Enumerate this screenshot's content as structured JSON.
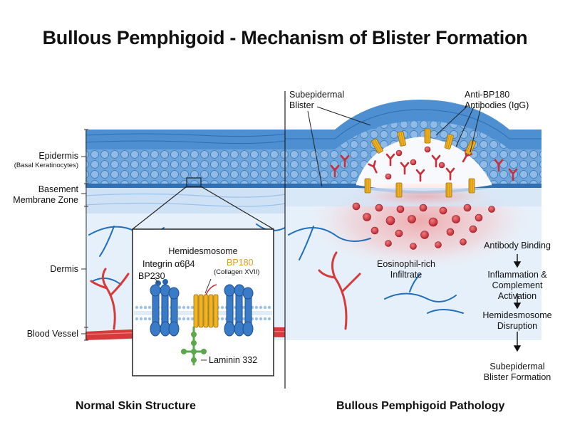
{
  "title": "Bullous Pemphigoid - Mechanism of Blister Formation",
  "left_labels": {
    "epidermis": "Epidermis",
    "epidermis_sub": "(Basal Keratinocytes)",
    "bmz_line1": "Basement",
    "bmz_line2": "Membrane Zone",
    "dermis": "Dermis",
    "blood_vessel": "Blood Vessel"
  },
  "inset": {
    "title": "Hemidesmosome",
    "integrin": "Integrin α6β4",
    "bp230": "BP230",
    "bp180": "BP180",
    "bp180_sub": "(Collagen XVII)",
    "laminin": "Laminin 332"
  },
  "pathology_labels": {
    "blister_line1": "Subepidermal",
    "blister_line2": "Blister",
    "antibody_line1": "Anti-BP180",
    "antibody_line2": "Antibodies (IgG)",
    "infiltrate_line1": "Eosinophil-rich",
    "infiltrate_line2": "Infiltrate"
  },
  "steps": [
    {
      "line1": "Antibody Binding",
      "line2": "",
      "line3": ""
    },
    {
      "line1": "Inflammation &",
      "line2": "Complement",
      "line3": "Activation"
    },
    {
      "line1": "Hemidesmosome",
      "line2": "Disruption",
      "line3": ""
    },
    {
      "line1": "Subepidermal",
      "line2": "Blister Formation",
      "line3": ""
    }
  ],
  "footer": {
    "left": "Normal Skin Structure",
    "right": "Bullous Pemphigoid Pathology"
  },
  "colors": {
    "epidermis": "#4d8fd1",
    "dermis": "#e3eef9",
    "vessel": "#1f6fbd",
    "artery": "#d63a3a",
    "bp180": "#f0b324",
    "laminin": "#5aa84a",
    "integrin": "#3a7bc8"
  }
}
